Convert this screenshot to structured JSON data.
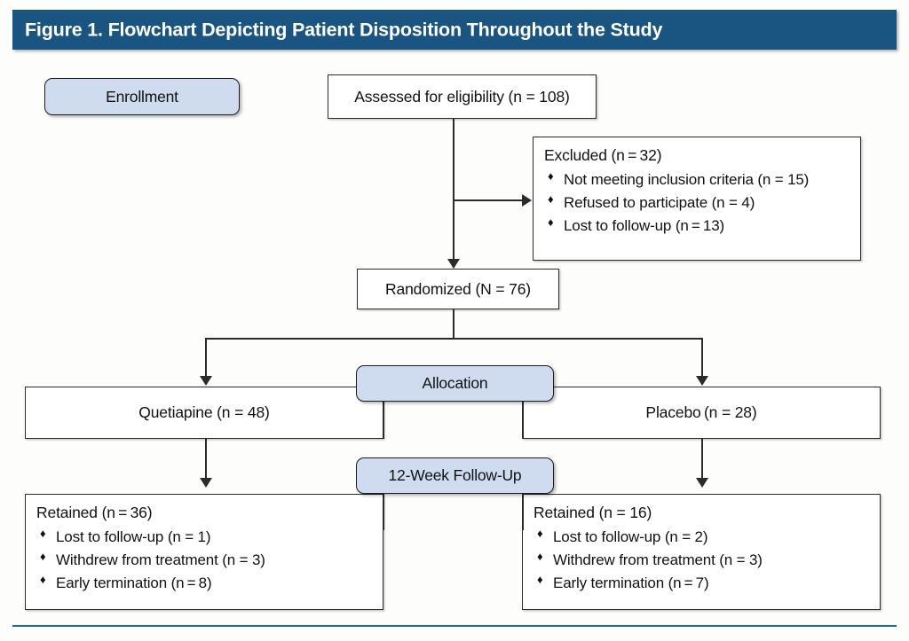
{
  "figure": {
    "title": "Figure 1. Flowchart Depicting Patient Disposition Throughout the Study",
    "header_color": "#1a5480",
    "pill_color": "#cfdcf0",
    "rule_color": "#1a6c99",
    "bullet_glyph": "♦"
  },
  "stages": {
    "enrollment": "Enrollment",
    "allocation": "Allocation",
    "followup": "12-Week Follow-Up"
  },
  "nodes": {
    "assessed": {
      "label": "Assessed for eligibility (n = 108)"
    },
    "excluded": {
      "lead": "Excluded (n = 32)",
      "items": [
        "Not meeting inclusion criteria (n = 15)",
        "Refused to participate (n = 4)",
        "Lost to follow-up (n = 13)"
      ]
    },
    "randomized": {
      "label": "Randomized (N = 76)"
    },
    "quetiapine": {
      "label": "Quetiapine (n = 48)"
    },
    "placebo": {
      "label": "Placebo (n = 28)"
    },
    "quetiapine_followup": {
      "lead": "Retained (n = 36)",
      "items": [
        "Lost to follow-up (n = 1)",
        "Withdrew from treatment (n = 3)",
        "Early termination (n = 8)"
      ]
    },
    "placebo_followup": {
      "lead": "Retained (n = 16)",
      "items": [
        "Lost to follow-up (n = 2)",
        "Withdrew from treatment (n = 3)",
        "Early termination (n = 7)"
      ]
    }
  },
  "chart_data": {
    "type": "diagram",
    "title": "Figure 1. Flowchart Depicting Patient Disposition Throughout the Study",
    "stages": [
      "Enrollment",
      "Allocation",
      "12-Week Follow-Up"
    ],
    "flow": [
      {
        "id": "assessed",
        "stage": "Enrollment",
        "label": "Assessed for eligibility",
        "n": 108
      },
      {
        "id": "excluded",
        "stage": "Enrollment",
        "label": "Excluded",
        "n": 32,
        "reasons": [
          {
            "label": "Not meeting inclusion criteria",
            "n": 15
          },
          {
            "label": "Refused to participate",
            "n": 4
          },
          {
            "label": "Lost to follow-up",
            "n": 13
          }
        ]
      },
      {
        "id": "randomized",
        "stage": "Enrollment",
        "label": "Randomized",
        "n": 76
      },
      {
        "id": "quetiapine",
        "stage": "Allocation",
        "label": "Quetiapine",
        "n": 48
      },
      {
        "id": "placebo",
        "stage": "Allocation",
        "label": "Placebo",
        "n": 28
      },
      {
        "id": "quetiapine_followup",
        "stage": "12-Week Follow-Up",
        "label": "Retained (Quetiapine)",
        "n": 36,
        "reasons": [
          {
            "label": "Lost to follow-up",
            "n": 1
          },
          {
            "label": "Withdrew from treatment",
            "n": 3
          },
          {
            "label": "Early termination",
            "n": 8
          }
        ]
      },
      {
        "id": "placebo_followup",
        "stage": "12-Week Follow-Up",
        "label": "Retained (Placebo)",
        "n": 16,
        "reasons": [
          {
            "label": "Lost to follow-up",
            "n": 2
          },
          {
            "label": "Withdrew from treatment",
            "n": 3
          },
          {
            "label": "Early termination",
            "n": 7
          }
        ]
      }
    ],
    "edges": [
      {
        "from": "assessed",
        "to": "excluded"
      },
      {
        "from": "assessed",
        "to": "randomized"
      },
      {
        "from": "randomized",
        "to": "quetiapine"
      },
      {
        "from": "randomized",
        "to": "placebo"
      },
      {
        "from": "quetiapine",
        "to": "quetiapine_followup"
      },
      {
        "from": "placebo",
        "to": "placebo_followup"
      }
    ]
  }
}
